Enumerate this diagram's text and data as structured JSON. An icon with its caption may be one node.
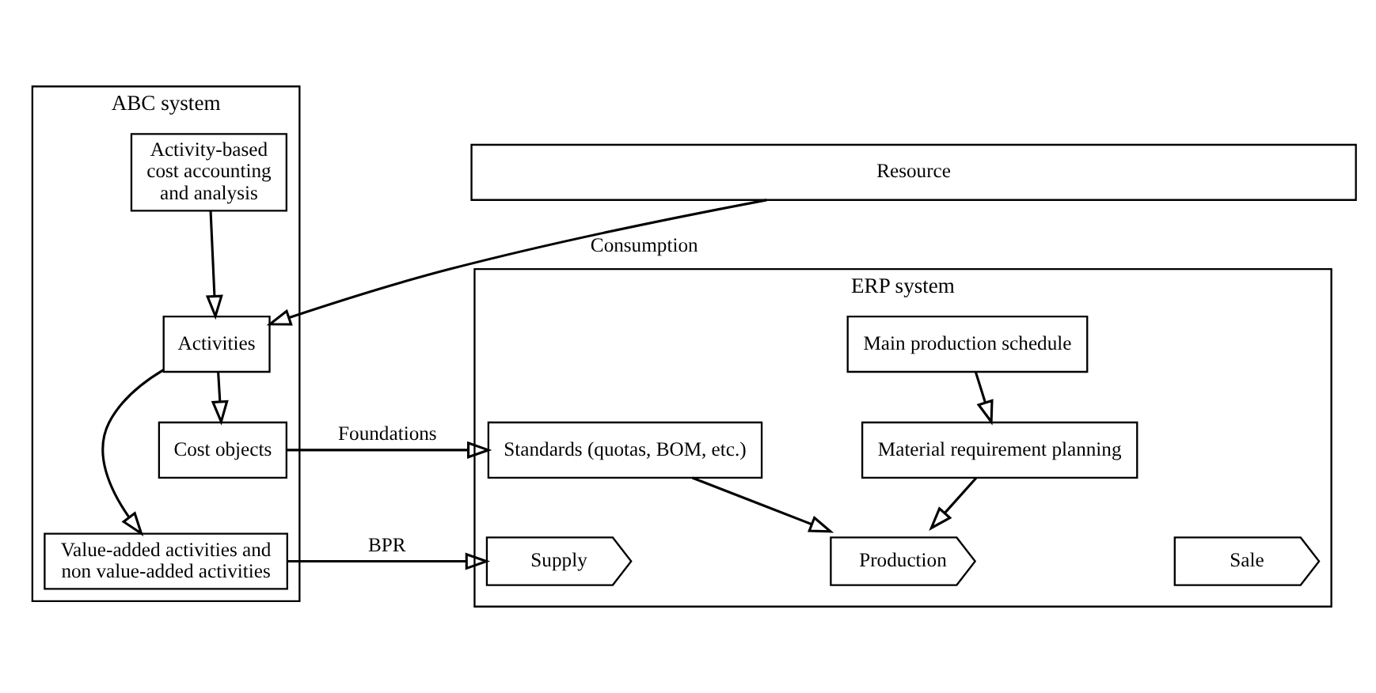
{
  "diagram": {
    "nodes": [
      {
        "text": [
          "ABC system"
        ]
      },
      {
        "text": [
          "ERP system"
        ]
      },
      {
        "text": [
          "Resource"
        ]
      },
      {
        "text": [
          "Activities"
        ],
        "in": 0
      },
      {
        "text": [
          "Activity-based cost accounting and analysis"
        ],
        "in": 0
      },
      {
        "text": [
          "Value-added activities and non value-added activities"
        ],
        "in": 0
      },
      {
        "text": [
          "Cost objects"
        ],
        "in": 0
      },
      {
        "text": [
          "Main production schedule"
        ],
        "in": 1
      },
      {
        "text": [
          "Material requirement planning"
        ],
        "in": 1
      },
      {
        "text": [
          "Supply"
        ],
        "in": 1
      },
      {
        "text": [
          "Production"
        ],
        "in": 1
      },
      {
        "text": [
          "Sale"
        ],
        "in": 1
      },
      {
        "text": [
          "Standards (quotas, BOM, etc.)"
        ],
        "in": 1
      }
    ],
    "edges": [
      {
        "from": 2,
        "to": 3,
        "arrow": "to",
        "label": "Consumption"
      },
      {
        "from": 4,
        "to": 3,
        "arrow": "to"
      },
      {
        "from": 3,
        "to": 5,
        "arrow": "to"
      },
      {
        "from": 3,
        "to": 6,
        "arrow": "to"
      },
      {
        "from": 5,
        "to": 9,
        "arrow": "to",
        "label": "BPR"
      },
      {
        "from": 6,
        "to": 12,
        "arrow": "to",
        "label": "Foundations"
      },
      {
        "from": 7,
        "to": 8,
        "arrow": "to"
      },
      {
        "from": 8,
        "to": 10,
        "arrow": "to"
      },
      {
        "from": 12,
        "to": 10,
        "arrow": "to"
      }
    ]
  }
}
